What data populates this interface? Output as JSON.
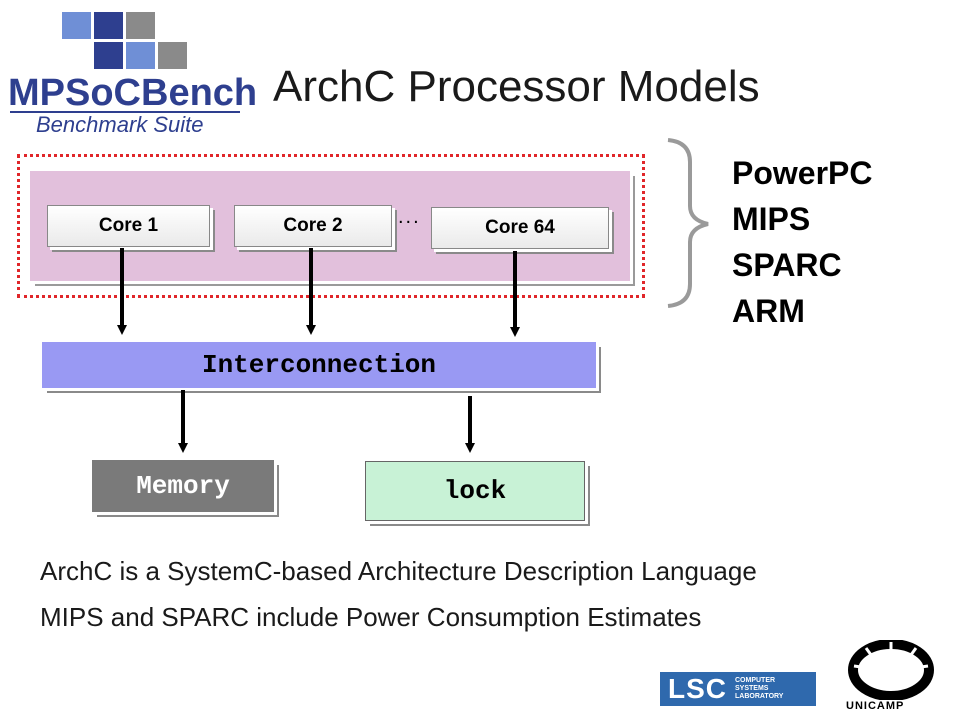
{
  "logo": {
    "name": "MPSoCBench",
    "subtitle": "Benchmark Suite",
    "colors": {
      "dark": "#2e3f8f",
      "light": "#6f8fd6",
      "gray": "#8a8a8a"
    }
  },
  "title": "ArchC Processor Models",
  "diagram": {
    "cores": [
      {
        "label": "Core 1"
      },
      {
        "label": "Core 2"
      },
      {
        "label": "Core 64"
      }
    ],
    "ellipsis": "...",
    "interconnect": "Interconnection",
    "memory": "Memory",
    "lock": "lock",
    "colors": {
      "cluster": "#e2c0dc",
      "frame": "#e0262a",
      "interconnect": "#9999f3",
      "memory": "#7a7a7a",
      "lock": "#c8f2d6"
    }
  },
  "processors": [
    "PowerPC",
    "MIPS",
    "SPARC",
    "ARM"
  ],
  "info_lines": [
    "ArchC is a SystemC-based Architecture Description Language",
    "MIPS and SPARC include Power Consumption Estimates"
  ],
  "footer": {
    "lsc_abbr": "LSC",
    "lsc_full": [
      "COMPUTER",
      "SYSTEMS",
      "LABORATORY"
    ],
    "unicamp": "UNICAMP",
    "lsc_color": "#2f69ad"
  }
}
